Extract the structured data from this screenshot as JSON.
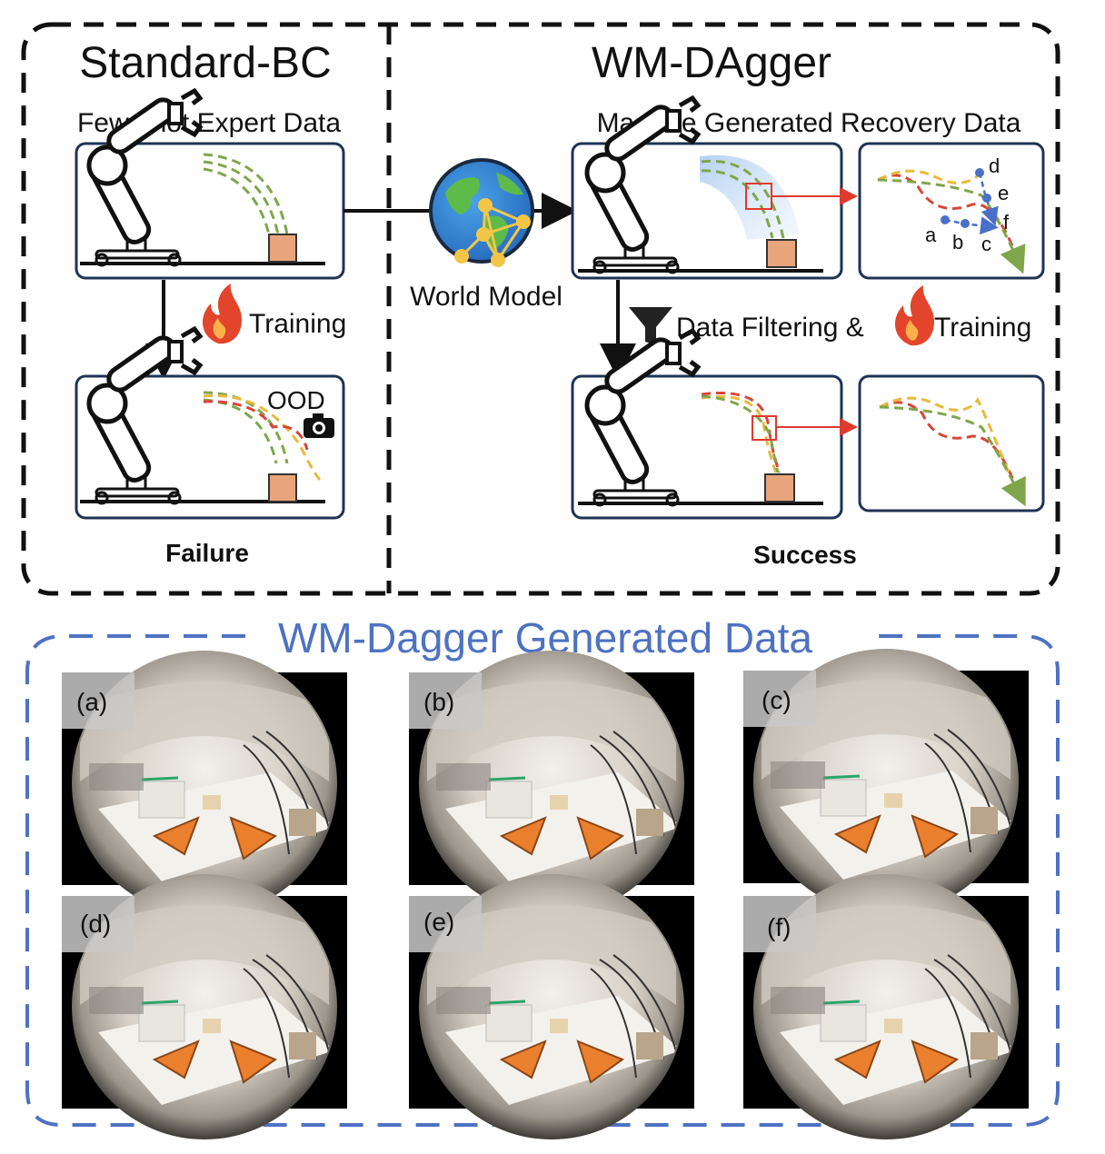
{
  "top": {
    "left_title": "Standard-BC",
    "right_title": "WM-DAgger",
    "expert_label": "Few-shot Expert Data",
    "recovery_label": "Massive Generated Recovery Data",
    "world_model_label": "World Model",
    "training_label": "Training",
    "filtering_label": "Data Filtering &",
    "filtering_training_label": "Training",
    "ood_label": "OOD",
    "failure_label": "Failure",
    "success_label": "Success",
    "point_labels": [
      "a",
      "b",
      "c",
      "d",
      "e",
      "f"
    ]
  },
  "bottom": {
    "title": "WM-Dagger Generated Data",
    "frames": [
      "(a)",
      "(b)",
      "(c)",
      "(d)",
      "(e)",
      "(f)"
    ]
  },
  "colors": {
    "green_path": "#7fa64a",
    "yellow_path": "#e8b93a",
    "red_path": "#d9453a",
    "blue_dots": "#4a6fc9",
    "section_blue": "#4e72c2",
    "box_orange": "#e8a57c",
    "panel_border": "#1f3354",
    "fire": "#e2452b"
  }
}
